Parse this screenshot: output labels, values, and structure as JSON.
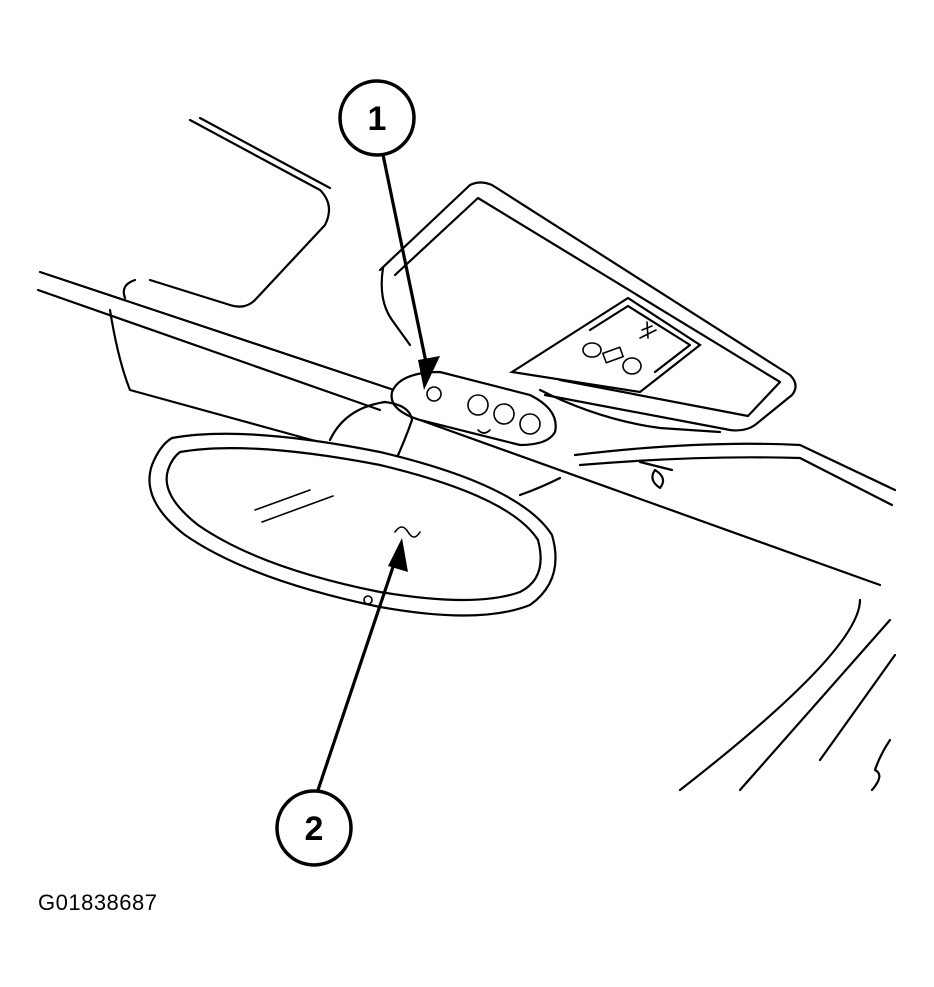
{
  "figure": {
    "id": "G01838687"
  },
  "callouts": [
    {
      "label": "1"
    },
    {
      "label": "2"
    }
  ]
}
